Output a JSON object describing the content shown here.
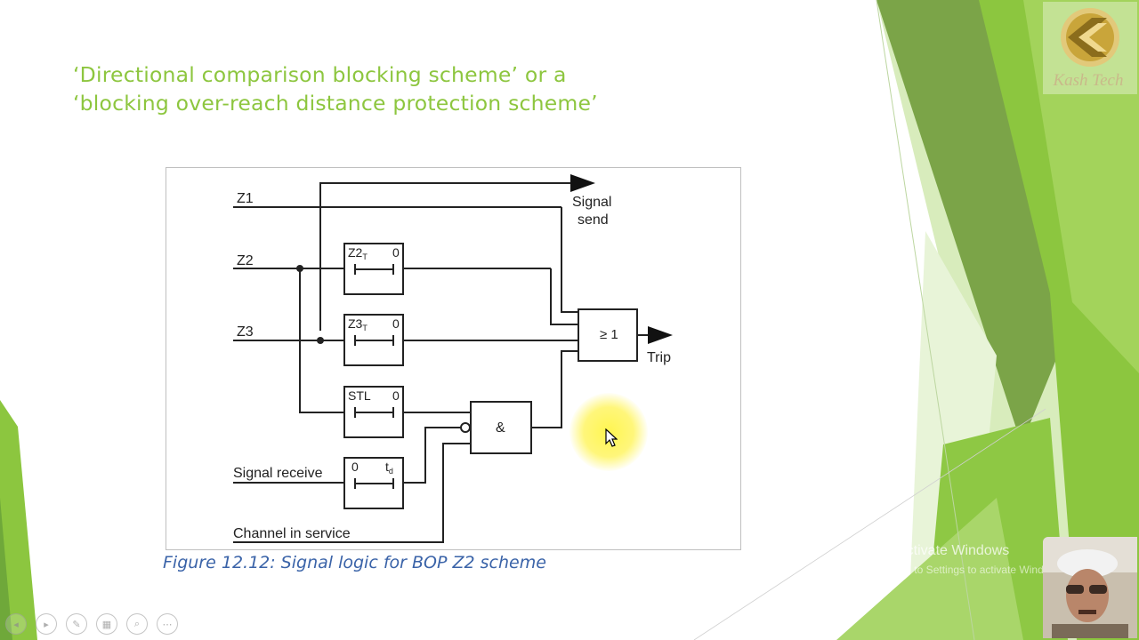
{
  "slide": {
    "title_lines": [
      "‘Directional comparison blocking scheme’ or a",
      "‘blocking over-reach distance protection scheme’"
    ],
    "caption": "Figure 12.12:  Signal logic for BOP Z2 scheme"
  },
  "diagram": {
    "inputs": [
      "Z1",
      "Z2",
      "Z3",
      "Signal receive",
      "Channel in service"
    ],
    "timer_z2": {
      "label": "Z2",
      "subscript": "T",
      "value": "0"
    },
    "timer_z3": {
      "label": "Z3",
      "subscript": "T",
      "value": "0"
    },
    "timer_stl": {
      "label": "STL",
      "value": "0"
    },
    "timer_td": {
      "label": "0",
      "value": "t",
      "subscript": "d"
    },
    "and_gate": "&",
    "or_gate": "≥ 1",
    "signal_send_lines": [
      "Signal",
      "send"
    ],
    "trip": "Trip"
  },
  "branding": {
    "logo_text": "Kash Tech",
    "accent_color": "#8dc63f",
    "logo_icon": "kash-tech-logo-icon"
  },
  "system_overlay": {
    "watermark_title": "Activate Windows",
    "watermark_sub": "Go to Settings to activate Windows."
  },
  "controls": [
    "previous-icon",
    "play-icon",
    "pen-icon",
    "grid-icon",
    "zoom-icon",
    "more-icon"
  ]
}
